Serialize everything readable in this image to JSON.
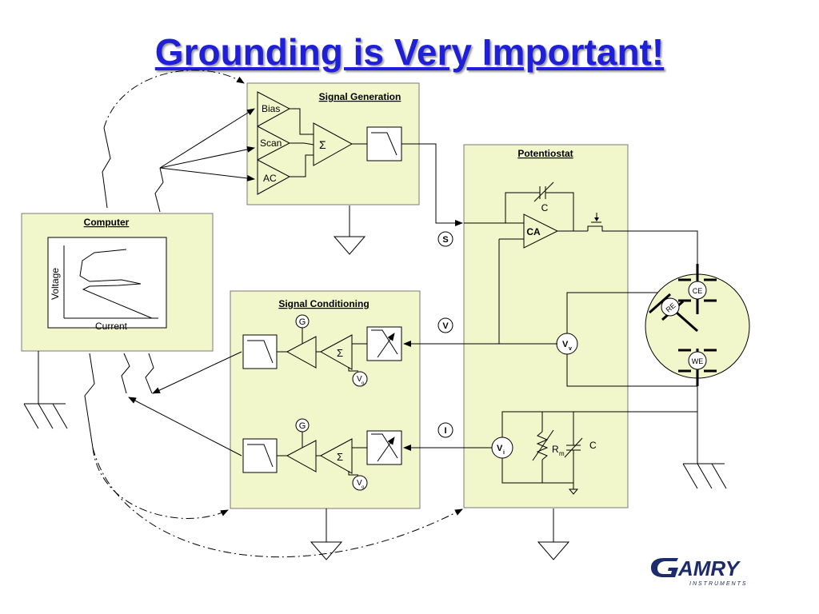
{
  "title": "Grounding is Very Important!",
  "blocks": {
    "signal_generation": {
      "label": "Signal Generation",
      "sources": [
        "Bias",
        "Scan",
        "AC"
      ],
      "sum_symbol": "Σ"
    },
    "computer": {
      "label": "Computer",
      "xlabel": "Current",
      "ylabel": "Voltage"
    },
    "signal_conditioning": {
      "label": "Signal Conditioning",
      "gain": "G",
      "sum_symbol": "Σ",
      "offset_v": "V",
      "offset_sub": "o"
    },
    "potentiostat": {
      "label": "Potentiostat",
      "amp": "CA",
      "cap": "C",
      "vv": "V",
      "vv_sub": "v",
      "vi": "V",
      "vi_sub": "i",
      "rm": "R",
      "rm_sub": "m",
      "cap2": "C"
    }
  },
  "signals": {
    "s": "S",
    "v": "V",
    "i": "I"
  },
  "electrodes": [
    "CE",
    "RE",
    "WE"
  ],
  "logo": {
    "main": "AMRY",
    "initial": "G",
    "sub": "INSTRUMENTS"
  },
  "colors": {
    "title": "#1f1fd8",
    "box_fill": "#f1f7cb",
    "box_stroke": "#7a7a7a",
    "logo": "#1b2b6b"
  }
}
